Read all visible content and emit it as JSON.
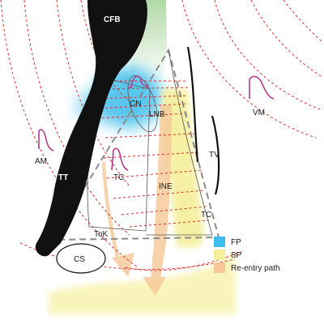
{
  "colors": {
    "fp": "#3dbdea",
    "sp": "#f4ef9a",
    "reentry": "#f6c896",
    "green": "#a8d59c",
    "magenta": "#b6398f",
    "red_dash": "#d8322b",
    "gray_dash": "#8a8a8a",
    "black": "#111111"
  },
  "labels": {
    "cfb": "CFB",
    "cn": "CN",
    "lnb": "LNB",
    "vm": "VM",
    "am": "AM",
    "tt": "TT",
    "tc_left": "TC",
    "tv": "TV",
    "ine": "INE",
    "tc_right": "TC",
    "tok": "ToK",
    "cs": "CS"
  },
  "legend": [
    {
      "key": "fp",
      "label": "FP"
    },
    {
      "key": "sp",
      "label": "SP"
    },
    {
      "key": "reentry",
      "label": "Re-entry path"
    }
  ],
  "icons": {
    "action_potential": "action-potential-waveform"
  }
}
